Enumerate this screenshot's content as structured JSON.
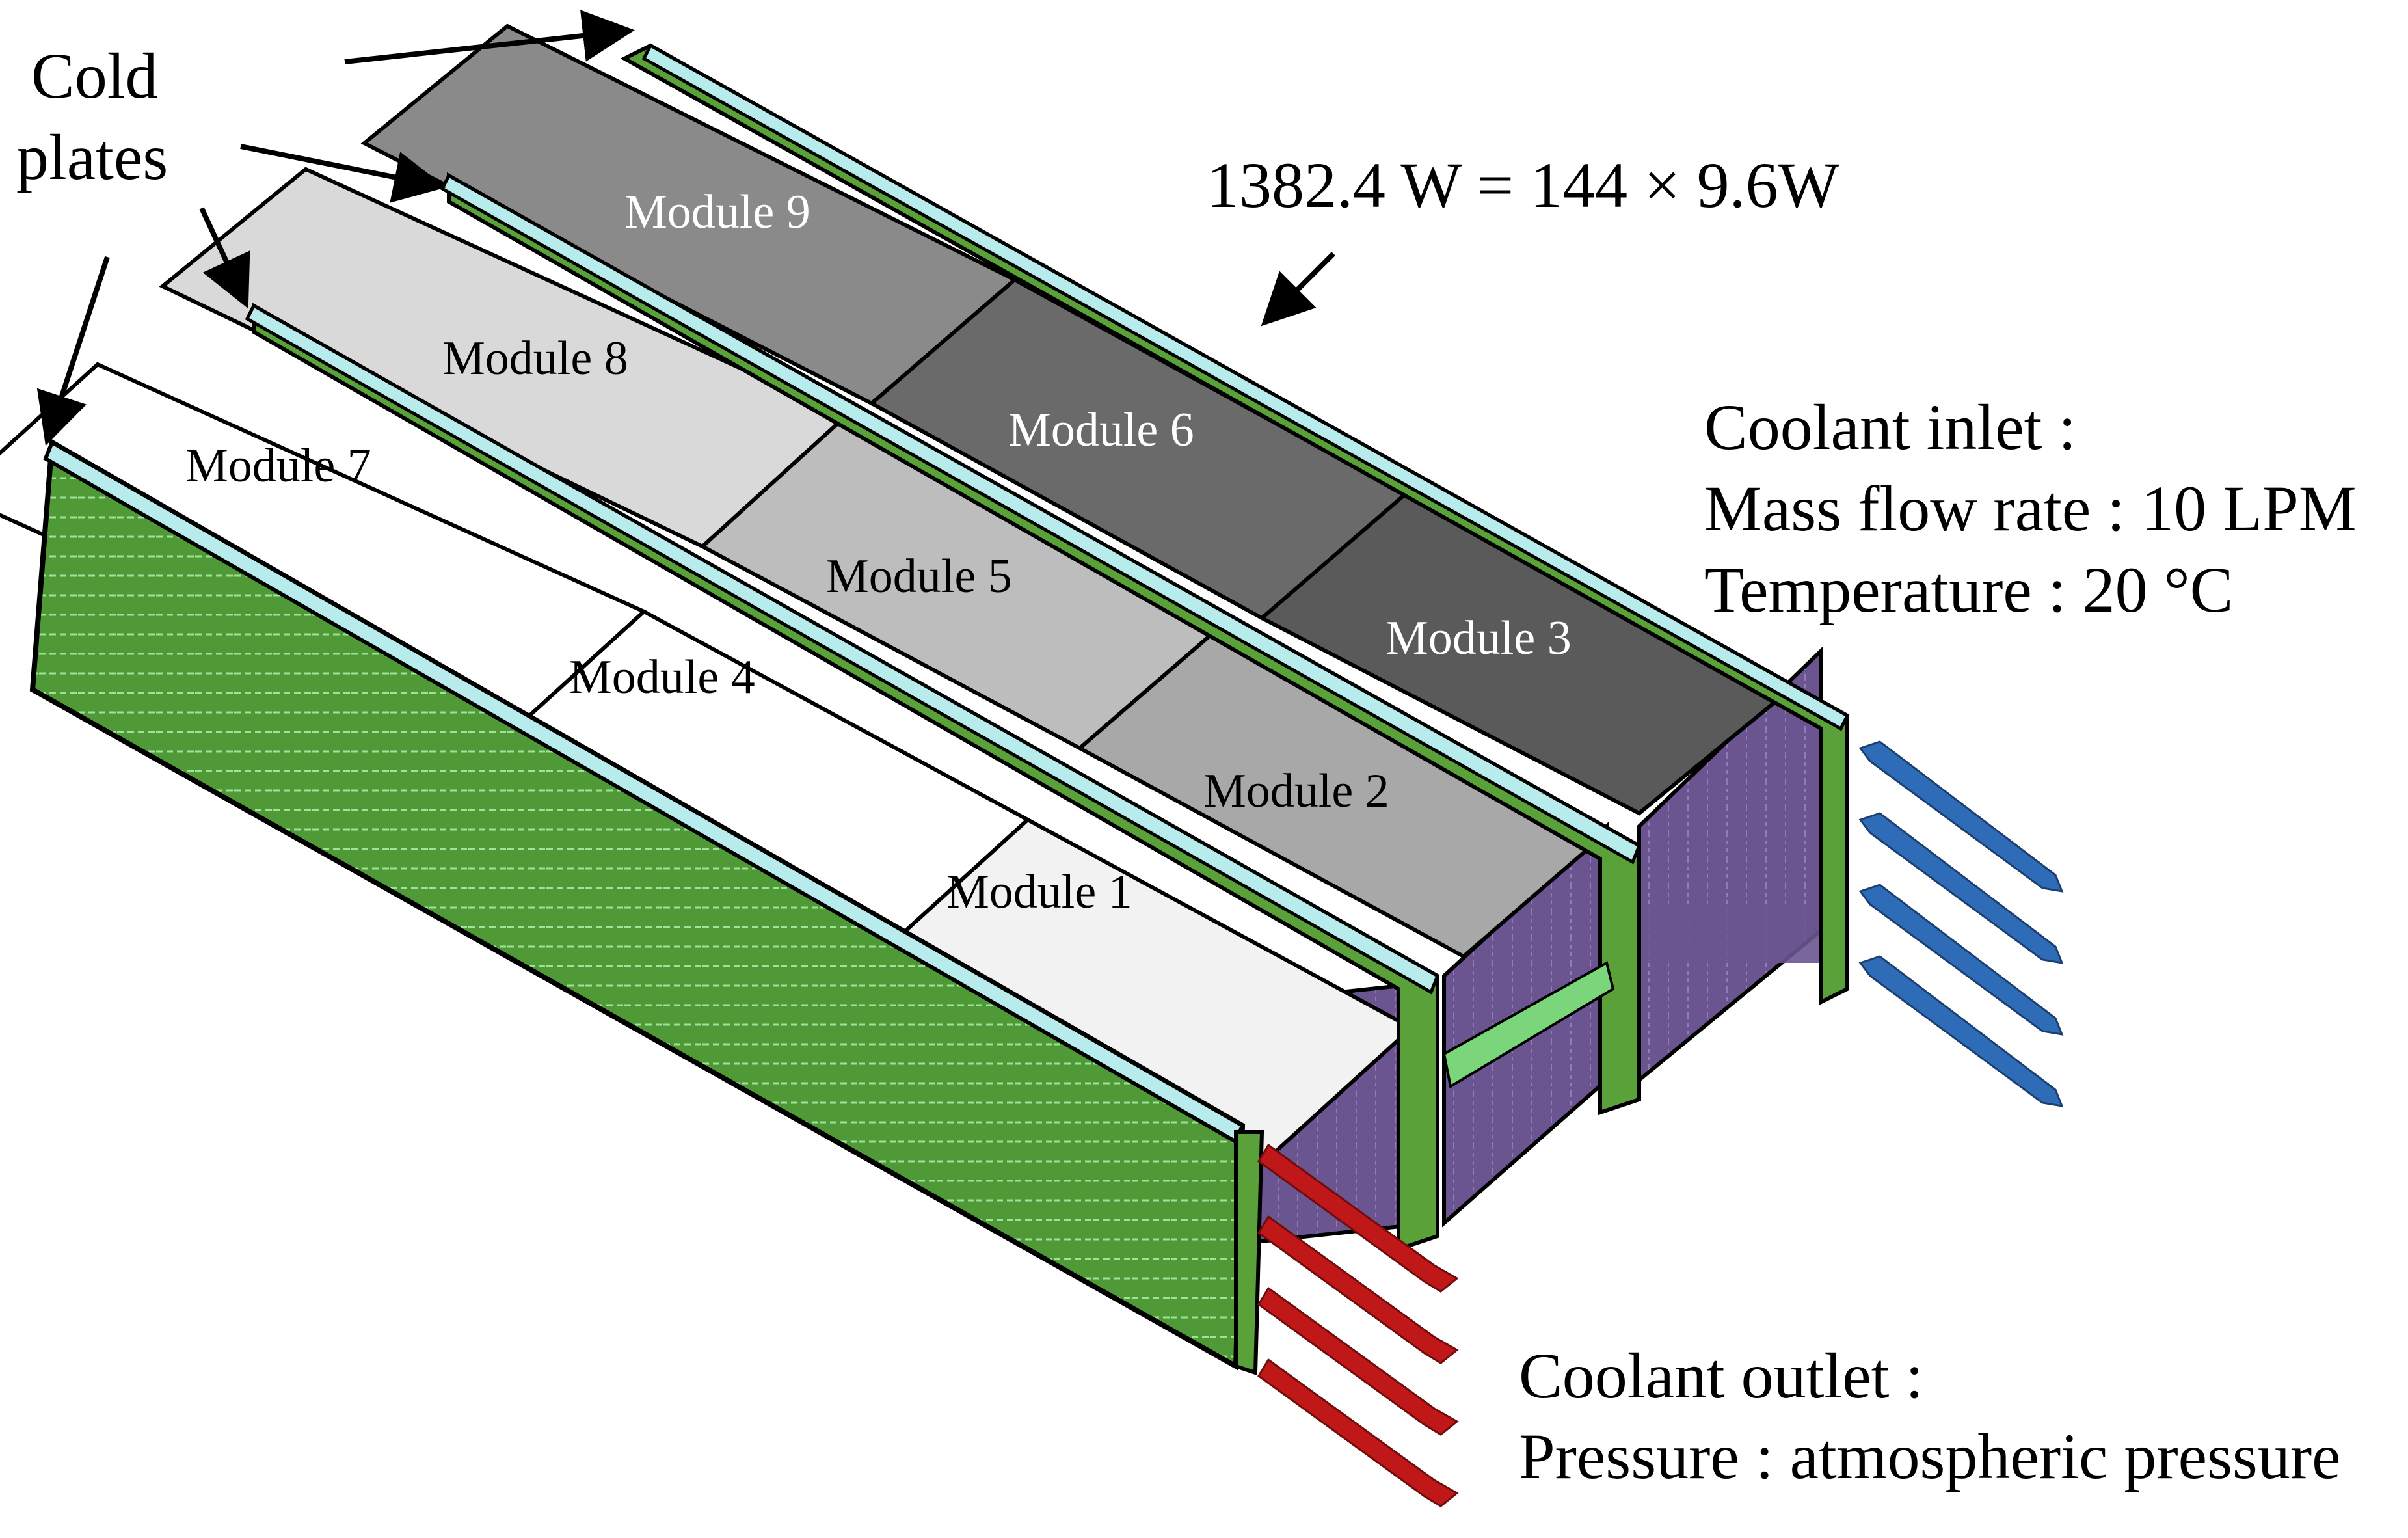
{
  "callouts": {
    "cold_plates": [
      "Cold",
      "plates"
    ],
    "power": "1382.4 W = 144 × 9.6W"
  },
  "modules": {
    "m1": "Module 1",
    "m2": "Module 2",
    "m3": "Module 3",
    "m4": "Module 4",
    "m5": "Module 5",
    "m6": "Module 6",
    "m7": "Module 7",
    "m8": "Module 8",
    "m9": "Module 9"
  },
  "inlet": {
    "title": "Coolant inlet :",
    "flow": "Mass flow rate : 10 LPM",
    "temperature": "Temperature : 20 °C"
  },
  "outlet": {
    "title": "Coolant outlet :",
    "pressure": "Pressure : atmospheric pressure"
  },
  "colors": {
    "cold_plate": "#5aa13a",
    "plate_edge": "#b8ecec",
    "module_side": "#6a5590",
    "inlet_arrow": "#2f6cb8",
    "outlet_arrow": "#c01818"
  }
}
